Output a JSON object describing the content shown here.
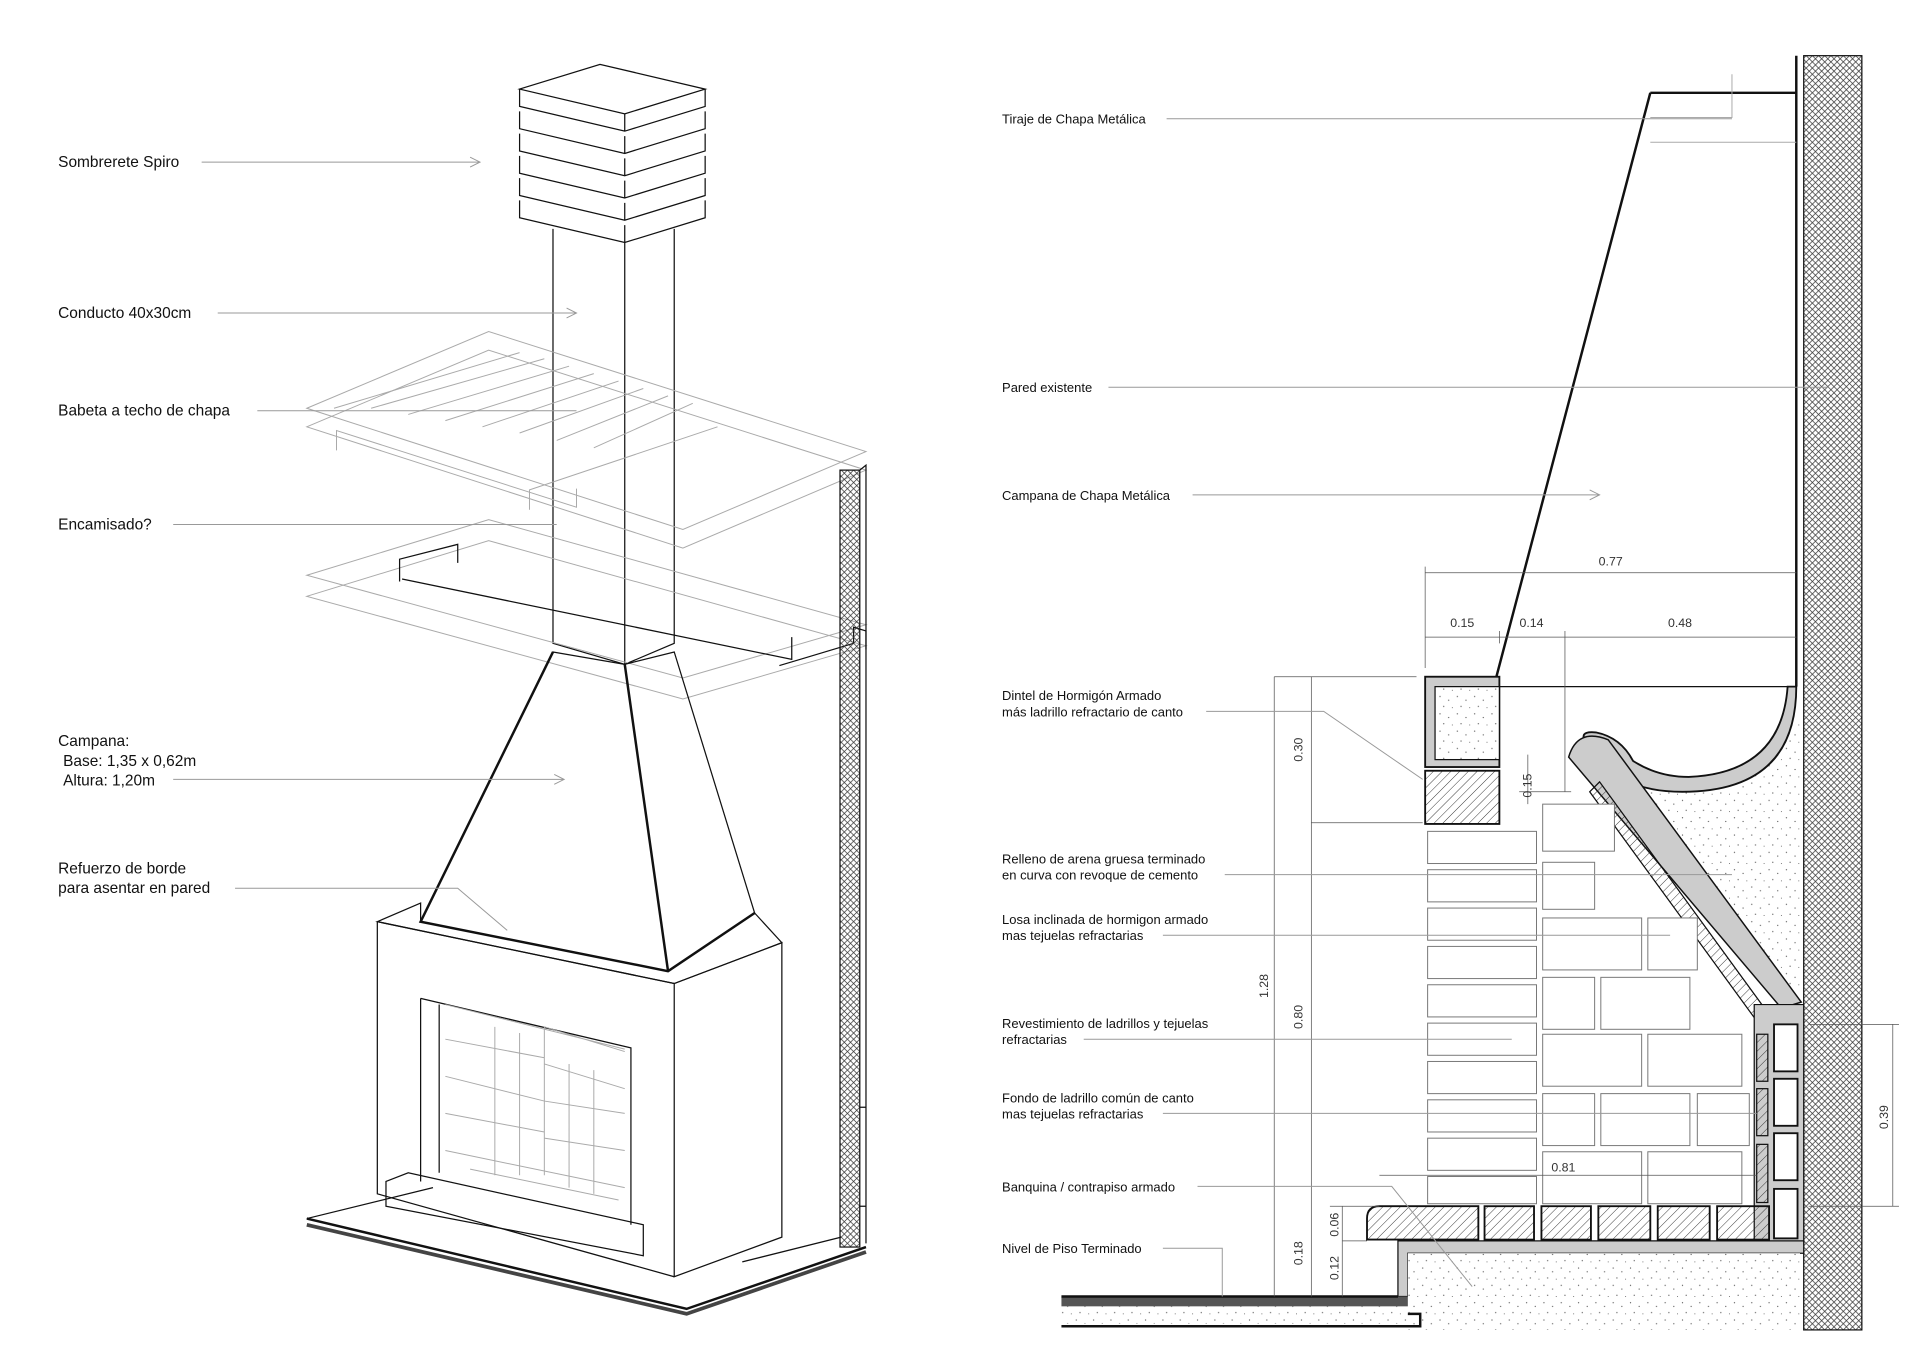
{
  "isometric_labels": {
    "sombrerete": "Sombrerete Spiro",
    "conducto": "Conducto 40x30cm",
    "babeta": "Babeta a techo de chapa",
    "encamisado": "Encamisado?",
    "campana_title": "Campana:",
    "campana_base": "Base: 1,35 x 0,62m",
    "campana_altura": "Altura: 1,20m",
    "refuerzo_1": "Refuerzo de borde",
    "refuerzo_2": "para asentar en pared"
  },
  "section_labels": {
    "tiraje": "Tiraje de Chapa Metálica",
    "pared": "Pared existente",
    "campana": "Campana de Chapa Metálica",
    "dintel_1": "Dintel de Hormigón Armado",
    "dintel_2": "más ladrillo refractario de canto",
    "relleno_1": "Relleno de arena gruesa terminado",
    "relleno_2": "en curva con revoque de cemento",
    "losa_1": "Losa inclinada de hormigon armado",
    "losa_2": "mas tejuelas refractarias",
    "revest_1": "Revestimiento de ladrillos y tejuelas",
    "revest_2": "refractarias",
    "fondo_1": "Fondo de ladrillo común de canto",
    "fondo_2": "mas tejuelas refractarias",
    "banquina": "Banquina / contrapiso armado",
    "nivel": "Nivel de Piso Terminado"
  },
  "dimensions": {
    "total_width": "0.77",
    "w1": "0.15",
    "w2": "0.14",
    "w3": "0.48",
    "dintel_h": "0.30",
    "h_015": "0.15",
    "total_h": "1.28",
    "opening_h": "0.80",
    "back_h": "0.39",
    "h_081": "0.81",
    "h_006": "0.06",
    "h_018": "0.18",
    "h_012": "0.12"
  }
}
